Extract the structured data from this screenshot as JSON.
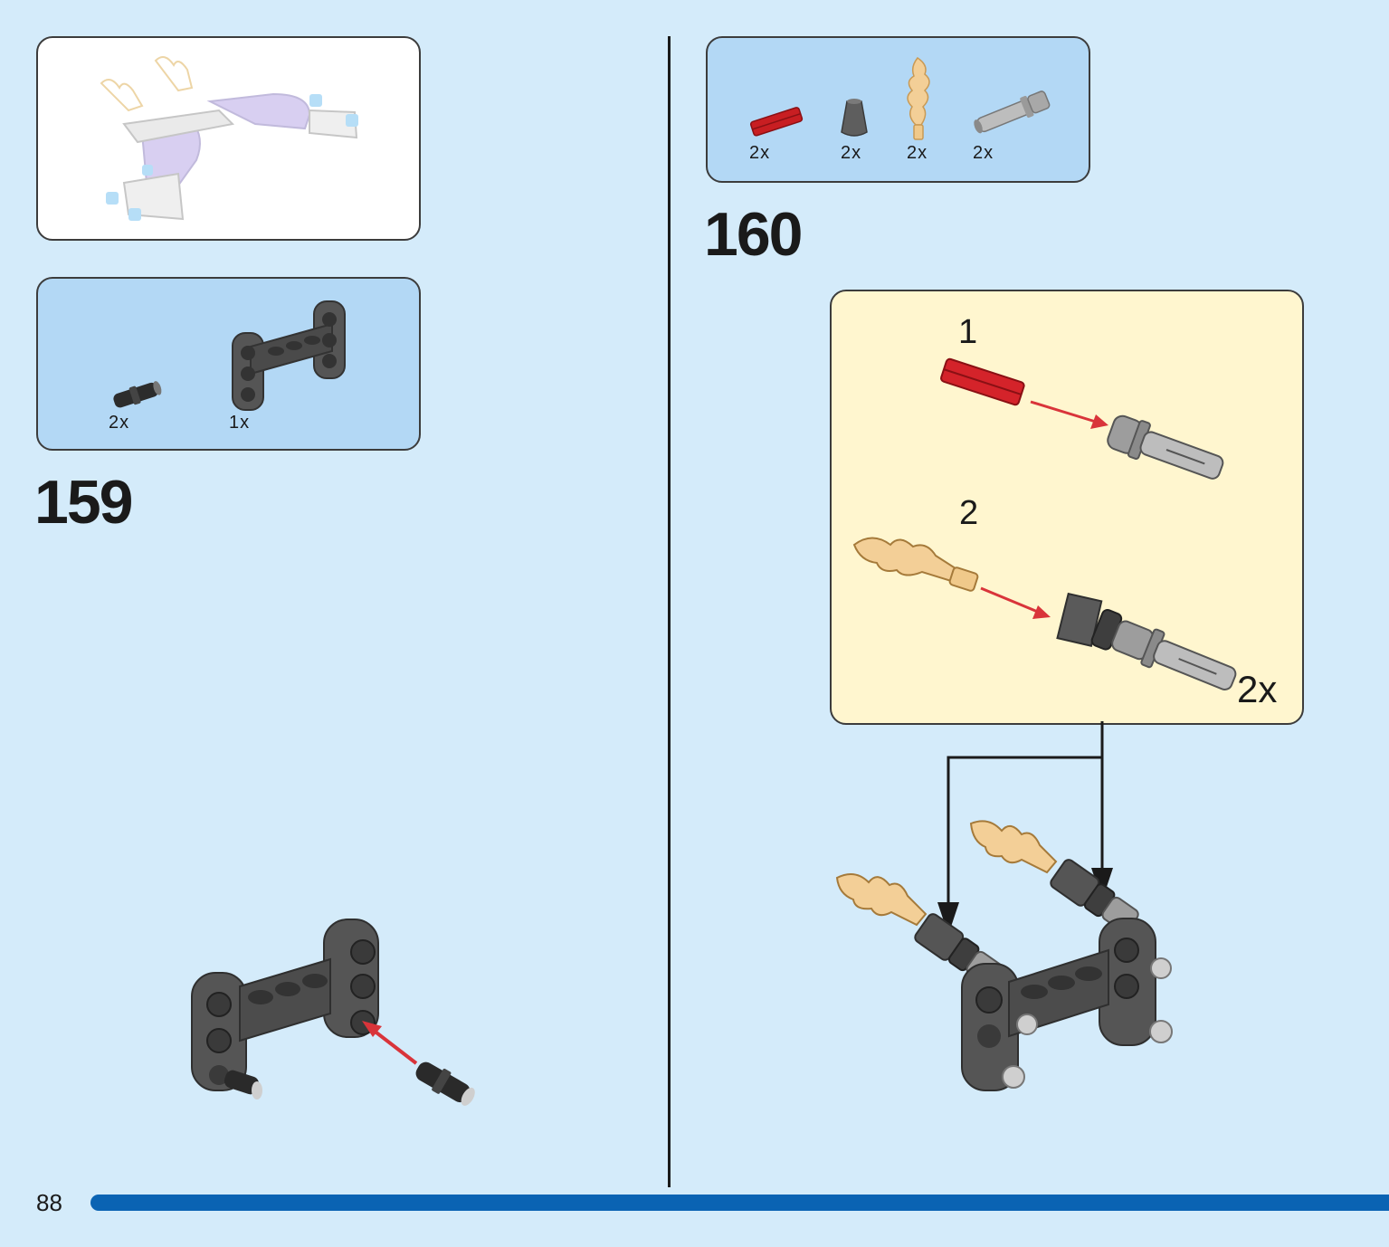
{
  "page": {
    "number": "88",
    "accent_color": "#0a63b3",
    "background_color": "#d4ebfa"
  },
  "left": {
    "step_number": "159",
    "parts": [
      {
        "icon": "connector-pin-icon",
        "qty": "2x"
      },
      {
        "icon": "beam-frame-icon",
        "qty": "1x"
      }
    ]
  },
  "right": {
    "step_number": "160",
    "parts": [
      {
        "icon": "red-axle-icon",
        "qty": "2x"
      },
      {
        "icon": "cone-icon",
        "qty": "2x"
      },
      {
        "icon": "flame-icon",
        "qty": "2x"
      },
      {
        "icon": "pin-axle-icon",
        "qty": "2x"
      }
    ],
    "substeps": {
      "step_1": "1",
      "step_2": "2",
      "multiplier": "2x"
    }
  }
}
